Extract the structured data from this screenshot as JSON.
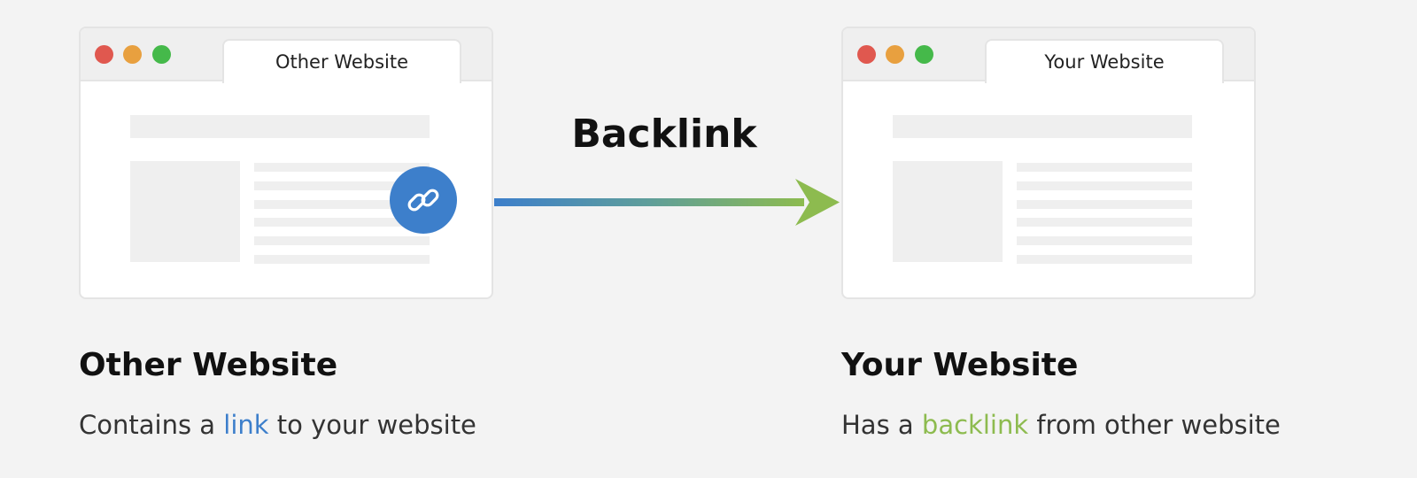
{
  "colors": {
    "background": "#f3f3f3",
    "link_blue": "#3d7fcb",
    "backlink_green": "#8dbb4f",
    "dot_red": "#e0584f",
    "dot_yellow": "#e8a03f",
    "dot_green": "#45b94a"
  },
  "left_browser": {
    "tab_title": "Other Website",
    "badge_icon": "chain-link-icon"
  },
  "right_browser": {
    "tab_title": "Your Website"
  },
  "arrow": {
    "label": "Backlink",
    "icon": "arrow-right-icon"
  },
  "left_caption": {
    "title": "Other Website",
    "desc_before": "Contains a ",
    "desc_highlight": "link",
    "desc_after": " to your website"
  },
  "right_caption": {
    "title": "Your Website",
    "desc_before": "Has a ",
    "desc_highlight": "backlink",
    "desc_after": " from other website"
  }
}
